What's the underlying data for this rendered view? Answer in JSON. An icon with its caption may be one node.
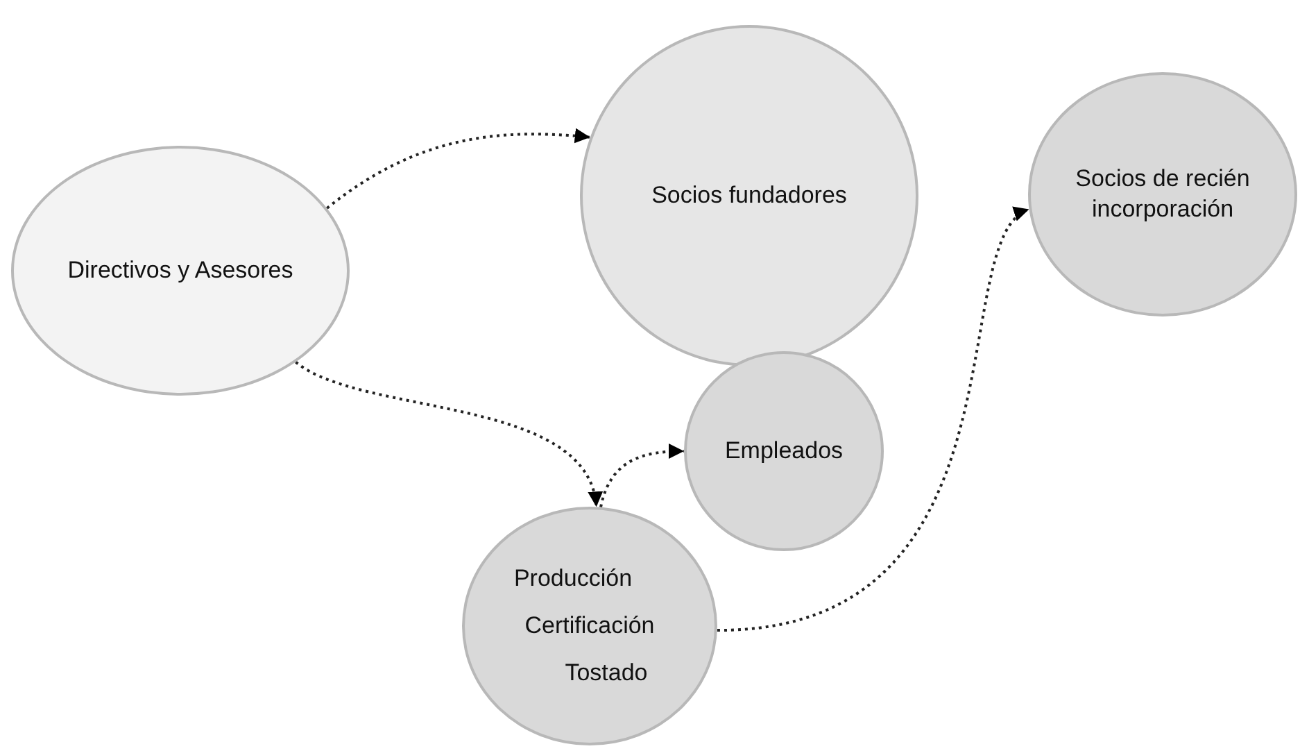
{
  "diagram": {
    "nodes": [
      {
        "text": [
          "Directivos y Asesores"
        ]
      },
      {
        "text": [
          "Socios fundadores"
        ]
      },
      {
        "text": [
          "Socios de recién incorporación"
        ]
      },
      {
        "text": [
          "Empleados"
        ]
      },
      {
        "text": [
          "Producción",
          "Certificación",
          "Tostado"
        ]
      }
    ],
    "edges": [
      {
        "from": 0,
        "to": 1,
        "arrow": "to"
      },
      {
        "from": 0,
        "to": 4,
        "arrow": "to"
      },
      {
        "from": 4,
        "to": 3,
        "arrow": "to"
      },
      {
        "from": 4,
        "to": 2,
        "arrow": "to"
      }
    ]
  }
}
